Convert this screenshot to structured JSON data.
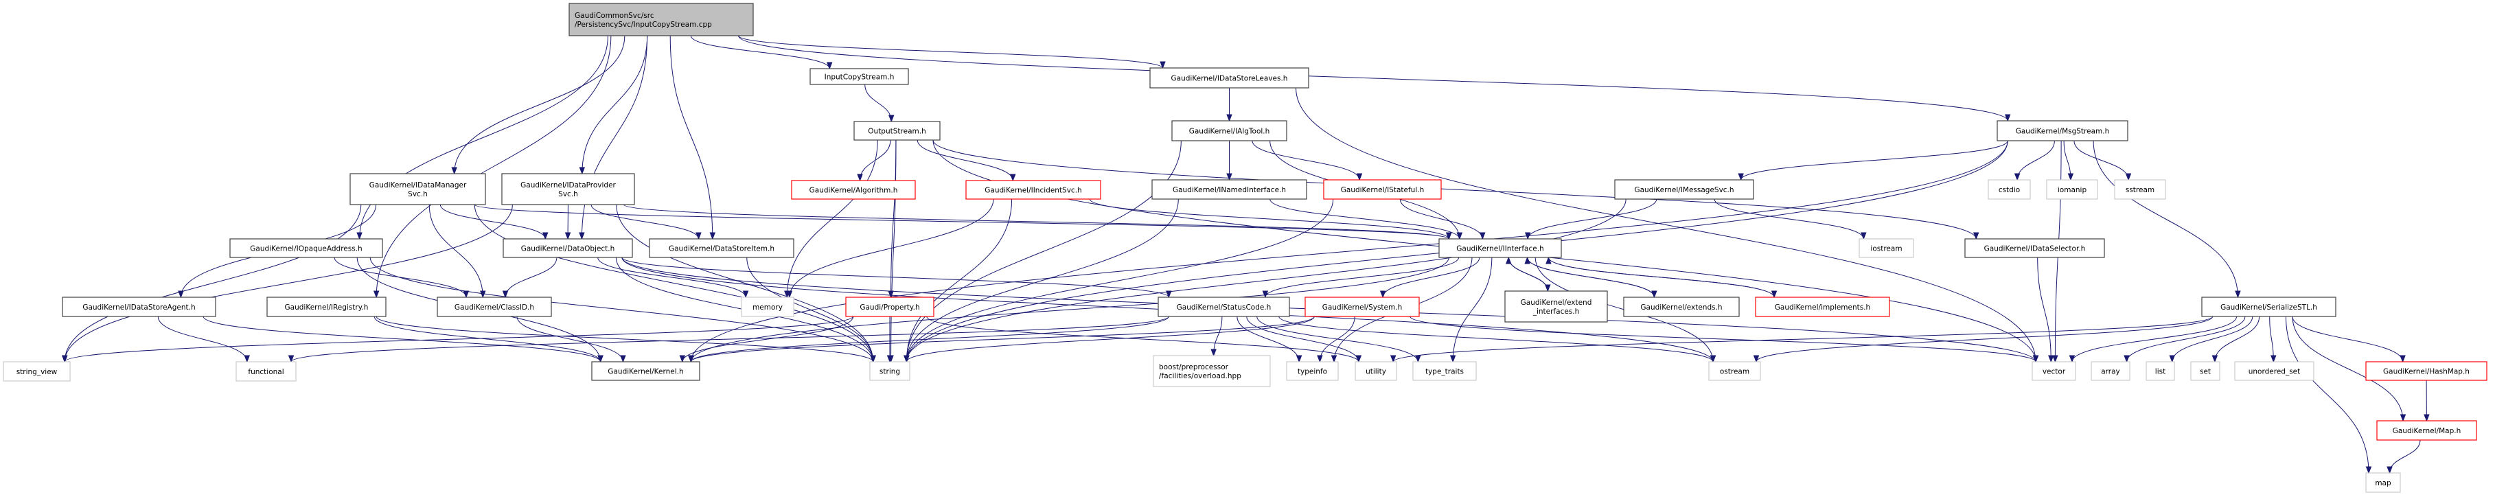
{
  "title": "Include dependency graph for InputCopyStream.cpp",
  "colors": {
    "edge": "#191970",
    "root_fill": "#bfbfbf",
    "root_border": "#404040",
    "documented_border": "#404040",
    "truncated_border": "#ff0000",
    "system_border": "#cccccc",
    "node_fill": "#ffffff",
    "text": "#000000"
  },
  "nodes": [
    {
      "id": "root",
      "label": [
        "GaudiCommonSvc/src",
        "/PersistencySvc/InputCopyStream.cpp"
      ],
      "kind": "root"
    },
    {
      "id": "InputCopyStream",
      "label": [
        "InputCopyStream.h"
      ],
      "kind": "documented"
    },
    {
      "id": "IDataStoreLeaves",
      "label": [
        "GaudiKernel/IDataStoreLeaves.h"
      ],
      "kind": "documented"
    },
    {
      "id": "MsgStream",
      "label": [
        "GaudiKernel/MsgStream.h"
      ],
      "kind": "documented"
    },
    {
      "id": "OutputStream",
      "label": [
        "OutputStream.h"
      ],
      "kind": "documented"
    },
    {
      "id": "IAlgTool",
      "label": [
        "GaudiKernel/IAlgTool.h"
      ],
      "kind": "documented"
    },
    {
      "id": "IDataManagerSvc",
      "label": [
        "GaudiKernel/IDataManager",
        "Svc.h"
      ],
      "kind": "documented"
    },
    {
      "id": "IDataProviderSvc",
      "label": [
        "GaudiKernel/IDataProvider",
        "Svc.h"
      ],
      "kind": "documented"
    },
    {
      "id": "Algorithm",
      "label": [
        "GaudiKernel/Algorithm.h"
      ],
      "kind": "truncated"
    },
    {
      "id": "IIncidentSvc",
      "label": [
        "GaudiKernel/IIncidentSvc.h"
      ],
      "kind": "truncated"
    },
    {
      "id": "INamedInterface",
      "label": [
        "GaudiKernel/INamedInterface.h"
      ],
      "kind": "documented"
    },
    {
      "id": "IStateful",
      "label": [
        "GaudiKernel/IStateful.h"
      ],
      "kind": "truncated"
    },
    {
      "id": "IMessageSvc",
      "label": [
        "GaudiKernel/IMessageSvc.h"
      ],
      "kind": "documented"
    },
    {
      "id": "cstdio",
      "label": [
        "cstdio"
      ],
      "kind": "system"
    },
    {
      "id": "iomanip",
      "label": [
        "iomanip"
      ],
      "kind": "system"
    },
    {
      "id": "sstream",
      "label": [
        "sstream"
      ],
      "kind": "system"
    },
    {
      "id": "IOpaqueAddress",
      "label": [
        "GaudiKernel/IOpaqueAddress.h"
      ],
      "kind": "documented"
    },
    {
      "id": "DataObject",
      "label": [
        "GaudiKernel/DataObject.h"
      ],
      "kind": "documented"
    },
    {
      "id": "DataStoreItem",
      "label": [
        "GaudiKernel/DataStoreItem.h"
      ],
      "kind": "documented"
    },
    {
      "id": "IInterface",
      "label": [
        "GaudiKernel/IInterface.h"
      ],
      "kind": "documented"
    },
    {
      "id": "iostream",
      "label": [
        "iostream"
      ],
      "kind": "system"
    },
    {
      "id": "IDataSelector",
      "label": [
        "GaudiKernel/IDataSelector.h"
      ],
      "kind": "documented"
    },
    {
      "id": "IDataStoreAgent",
      "label": [
        "GaudiKernel/IDataStoreAgent.h"
      ],
      "kind": "documented"
    },
    {
      "id": "IRegistry",
      "label": [
        "GaudiKernel/IRegistry.h"
      ],
      "kind": "documented"
    },
    {
      "id": "ClassID",
      "label": [
        "GaudiKernel/ClassID.h"
      ],
      "kind": "documented"
    },
    {
      "id": "memory",
      "label": [
        "memory"
      ],
      "kind": "system"
    },
    {
      "id": "Property",
      "label": [
        "Gaudi/Property.h"
      ],
      "kind": "truncated"
    },
    {
      "id": "StatusCode",
      "label": [
        "GaudiKernel/StatusCode.h"
      ],
      "kind": "documented"
    },
    {
      "id": "System",
      "label": [
        "GaudiKernel/System.h"
      ],
      "kind": "truncated"
    },
    {
      "id": "extend_interfaces",
      "label": [
        "GaudiKernel/extend",
        "_interfaces.h"
      ],
      "kind": "documented"
    },
    {
      "id": "extends",
      "label": [
        "GaudiKernel/extends.h"
      ],
      "kind": "documented"
    },
    {
      "id": "implements",
      "label": [
        "GaudiKernel/implements.h"
      ],
      "kind": "truncated"
    },
    {
      "id": "SerializeSTL",
      "label": [
        "GaudiKernel/SerializeSTL.h"
      ],
      "kind": "documented"
    },
    {
      "id": "string_view",
      "label": [
        "string_view"
      ],
      "kind": "system"
    },
    {
      "id": "functional",
      "label": [
        "functional"
      ],
      "kind": "system"
    },
    {
      "id": "Kernel",
      "label": [
        "GaudiKernel/Kernel.h"
      ],
      "kind": "documented"
    },
    {
      "id": "string",
      "label": [
        "string"
      ],
      "kind": "system"
    },
    {
      "id": "boost_overload",
      "label": [
        "boost/preprocessor",
        "/facilities/overload.hpp"
      ],
      "kind": "system"
    },
    {
      "id": "typeinfo",
      "label": [
        "typeinfo"
      ],
      "kind": "system"
    },
    {
      "id": "utility",
      "label": [
        "utility"
      ],
      "kind": "system"
    },
    {
      "id": "type_traits",
      "label": [
        "type_traits"
      ],
      "kind": "system"
    },
    {
      "id": "ostream",
      "label": [
        "ostream"
      ],
      "kind": "system"
    },
    {
      "id": "vector",
      "label": [
        "vector"
      ],
      "kind": "system"
    },
    {
      "id": "array",
      "label": [
        "array"
      ],
      "kind": "system"
    },
    {
      "id": "list",
      "label": [
        "list"
      ],
      "kind": "system"
    },
    {
      "id": "set",
      "label": [
        "set"
      ],
      "kind": "system"
    },
    {
      "id": "unordered_set",
      "label": [
        "unordered_set"
      ],
      "kind": "system"
    },
    {
      "id": "HashMap",
      "label": [
        "GaudiKernel/HashMap.h"
      ],
      "kind": "truncated"
    },
    {
      "id": "Map",
      "label": [
        "GaudiKernel/Map.h"
      ],
      "kind": "truncated"
    },
    {
      "id": "map",
      "label": [
        "map"
      ],
      "kind": "system"
    }
  ],
  "edges": [
    [
      "root",
      "InputCopyStream"
    ],
    [
      "root",
      "IDataStoreLeaves"
    ],
    [
      "root",
      "MsgStream"
    ],
    [
      "root",
      "IDataManagerSvc"
    ],
    [
      "root",
      "IDataProviderSvc"
    ],
    [
      "root",
      "IOpaqueAddress"
    ],
    [
      "root",
      "DataObject"
    ],
    [
      "root",
      "DataStoreItem"
    ],
    [
      "root",
      "IRegistry"
    ],
    [
      "InputCopyStream",
      "OutputStream"
    ],
    [
      "OutputStream",
      "Algorithm"
    ],
    [
      "OutputStream",
      "IIncidentSvc"
    ],
    [
      "OutputStream",
      "Property"
    ],
    [
      "OutputStream",
      "memory"
    ],
    [
      "OutputStream",
      "string"
    ],
    [
      "OutputStream",
      "vector"
    ],
    [
      "OutputStream",
      "IDataSelector"
    ],
    [
      "IDataStoreLeaves",
      "IAlgTool"
    ],
    [
      "IDataStoreLeaves",
      "vector"
    ],
    [
      "IAlgTool",
      "INamedInterface"
    ],
    [
      "IAlgTool",
      "IStateful"
    ],
    [
      "IAlgTool",
      "IInterface"
    ],
    [
      "IAlgTool",
      "string"
    ],
    [
      "MsgStream",
      "IMessageSvc"
    ],
    [
      "MsgStream",
      "cstdio"
    ],
    [
      "MsgStream",
      "iomanip"
    ],
    [
      "MsgStream",
      "sstream"
    ],
    [
      "MsgStream",
      "SerializeSTL"
    ],
    [
      "MsgStream",
      "vector"
    ],
    [
      "MsgStream",
      "string"
    ],
    [
      "MsgStream",
      "Kernel"
    ],
    [
      "IMessageSvc",
      "IInterface"
    ],
    [
      "IMessageSvc",
      "iostream"
    ],
    [
      "IMessageSvc",
      "string"
    ],
    [
      "IDataManagerSvc",
      "DataObject"
    ],
    [
      "IDataManagerSvc",
      "ClassID"
    ],
    [
      "IDataManagerSvc",
      "IInterface"
    ],
    [
      "IDataManagerSvc",
      "string"
    ],
    [
      "IDataManagerSvc",
      "string_view"
    ],
    [
      "IDataManagerSvc",
      "IDataStoreAgent"
    ],
    [
      "IDataProviderSvc",
      "DataObject"
    ],
    [
      "IDataProviderSvc",
      "DataStoreItem"
    ],
    [
      "IDataProviderSvc",
      "IInterface"
    ],
    [
      "IDataProviderSvc",
      "string_view"
    ],
    [
      "IDataProviderSvc",
      "string"
    ],
    [
      "IOpaqueAddress",
      "ClassID"
    ],
    [
      "IOpaqueAddress",
      "Kernel"
    ],
    [
      "IOpaqueAddress",
      "string"
    ],
    [
      "DataObject",
      "ClassID"
    ],
    [
      "DataObject",
      "StatusCode"
    ],
    [
      "DataObject",
      "memory"
    ],
    [
      "DataObject",
      "string"
    ],
    [
      "DataObject",
      "ostream"
    ],
    [
      "DataObject",
      "vector"
    ],
    [
      "DataStoreItem",
      "string"
    ],
    [
      "IDataStoreAgent",
      "Kernel"
    ],
    [
      "IDataStoreAgent",
      "functional"
    ],
    [
      "IRegistry",
      "Kernel"
    ],
    [
      "IRegistry",
      "string"
    ],
    [
      "ClassID",
      "Kernel"
    ],
    [
      "IIncidentSvc",
      "IInterface"
    ],
    [
      "IIncidentSvc",
      "memory"
    ],
    [
      "IIncidentSvc",
      "string"
    ],
    [
      "INamedInterface",
      "IInterface"
    ],
    [
      "INamedInterface",
      "string"
    ],
    [
      "IStateful",
      "IInterface"
    ],
    [
      "IStateful",
      "string"
    ],
    [
      "IInterface",
      "StatusCode"
    ],
    [
      "IInterface",
      "System"
    ],
    [
      "IInterface",
      "extend_interfaces"
    ],
    [
      "IInterface",
      "extends"
    ],
    [
      "IInterface",
      "implements"
    ],
    [
      "IInterface",
      "Kernel"
    ],
    [
      "IInterface",
      "ostream"
    ],
    [
      "IInterface",
      "type_traits"
    ],
    [
      "IInterface",
      "typeinfo"
    ],
    [
      "extend_interfaces",
      "IInterface"
    ],
    [
      "extends",
      "IInterface"
    ],
    [
      "implements",
      "IInterface"
    ],
    [
      "Property",
      "Kernel"
    ],
    [
      "Property",
      "string"
    ],
    [
      "Property",
      "string_view"
    ],
    [
      "Property",
      "utility"
    ],
    [
      "StatusCode",
      "boost_overload"
    ],
    [
      "StatusCode",
      "Kernel"
    ],
    [
      "StatusCode",
      "ostream"
    ],
    [
      "StatusCode",
      "type_traits"
    ],
    [
      "StatusCode",
      "utility"
    ],
    [
      "StatusCode",
      "typeinfo"
    ],
    [
      "StatusCode",
      "functional"
    ],
    [
      "System",
      "Kernel"
    ],
    [
      "System",
      "string"
    ],
    [
      "System",
      "typeinfo"
    ],
    [
      "System",
      "vector"
    ],
    [
      "IDataSelector",
      "vector"
    ],
    [
      "SerializeSTL",
      "array"
    ],
    [
      "SerializeSTL",
      "list"
    ],
    [
      "SerializeSTL",
      "set"
    ],
    [
      "SerializeSTL",
      "unordered_set"
    ],
    [
      "SerializeSTL",
      "HashMap"
    ],
    [
      "SerializeSTL",
      "Map"
    ],
    [
      "SerializeSTL",
      "map"
    ],
    [
      "SerializeSTL",
      "vector"
    ],
    [
      "SerializeSTL",
      "ostream"
    ],
    [
      "SerializeSTL",
      "utility"
    ],
    [
      "HashMap",
      "Map"
    ],
    [
      "Map",
      "map"
    ]
  ]
}
